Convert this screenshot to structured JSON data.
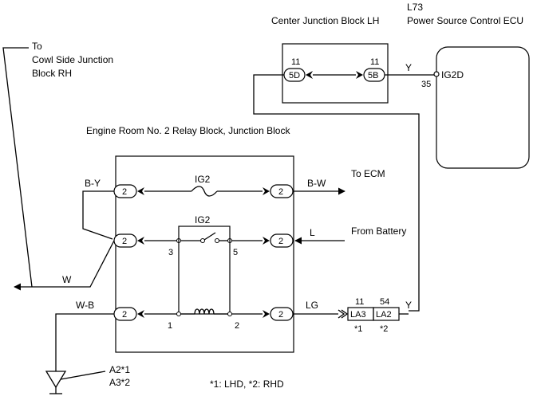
{
  "labels": {
    "to_cowl_1": "To",
    "to_cowl_2": "Cowl Side Junction",
    "to_cowl_3": "Block RH",
    "cjb_title": "Center Junction Block LH",
    "ecu_code": "L73",
    "ecu_title": "Power Source Control ECU",
    "engine_block_title": "Engine Room No. 2 Relay Block, Junction Block",
    "to_ecm": "To ECM",
    "from_battery": "From Battery",
    "ground_a2": "A2*1",
    "ground_a3": "A3*2",
    "footnote": "*1: LHD, *2: RHD"
  },
  "cjb": {
    "left_pin_num": "11",
    "left_conn": "5D",
    "right_pin_num": "11",
    "right_conn": "5B"
  },
  "ecu": {
    "pin_num": "35",
    "terminal": "IG2D"
  },
  "relay_block": {
    "fuse_label": "IG2",
    "relay_label": "IG2",
    "term_3": "3",
    "term_5": "5",
    "term_1": "1",
    "term_2": "2",
    "conn_left": [
      "2",
      "2",
      "2"
    ],
    "conn_right": [
      "2",
      "2",
      "2"
    ]
  },
  "wires": {
    "by": "B-Y",
    "bw": "B-W",
    "l": "L",
    "w": "W",
    "wb": "W-B",
    "lg": "LG",
    "y_top": "Y",
    "y_bottom": "Y"
  },
  "connectors": {
    "la3_pin": "11",
    "la3_name": "LA3",
    "la3_note": "*1",
    "la2_pin": "54",
    "la2_name": "LA2",
    "la2_note": "*2"
  }
}
